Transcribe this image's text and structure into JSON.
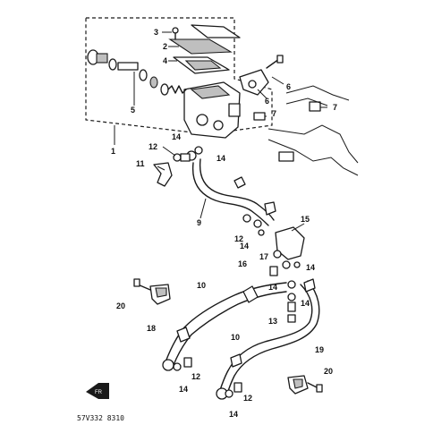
{
  "diagram": {
    "callouts": [
      {
        "id": "c1",
        "text": "1"
      },
      {
        "id": "c2",
        "text": "2"
      },
      {
        "id": "c3",
        "text": "3"
      },
      {
        "id": "c4",
        "text": "4"
      },
      {
        "id": "c5",
        "text": "5"
      },
      {
        "id": "c6",
        "text": "6"
      },
      {
        "id": "c6b",
        "text": "6"
      },
      {
        "id": "c7",
        "text": "7"
      },
      {
        "id": "c7b",
        "text": "7"
      },
      {
        "id": "c9",
        "text": "9"
      },
      {
        "id": "c10",
        "text": "10"
      },
      {
        "id": "c10b",
        "text": "10"
      },
      {
        "id": "c11",
        "text": "11"
      },
      {
        "id": "c12",
        "text": "12"
      },
      {
        "id": "c12b",
        "text": "12"
      },
      {
        "id": "c12c",
        "text": "12"
      },
      {
        "id": "c12d",
        "text": "12"
      },
      {
        "id": "c13",
        "text": "13"
      },
      {
        "id": "c14",
        "text": "14"
      },
      {
        "id": "c14b",
        "text": "14"
      },
      {
        "id": "c14c",
        "text": "14"
      },
      {
        "id": "c14d",
        "text": "14"
      },
      {
        "id": "c14e",
        "text": "14"
      },
      {
        "id": "c14f",
        "text": "14"
      },
      {
        "id": "c14g",
        "text": "14"
      },
      {
        "id": "c14h",
        "text": "14"
      },
      {
        "id": "c15",
        "text": "15"
      },
      {
        "id": "c16",
        "text": "16"
      },
      {
        "id": "c17",
        "text": "17"
      },
      {
        "id": "c18",
        "text": "18"
      },
      {
        "id": "c19",
        "text": "19"
      },
      {
        "id": "c20",
        "text": "20"
      },
      {
        "id": "c20b",
        "text": "20"
      }
    ],
    "footer_code": "57V332 8310",
    "front_mark": "FR"
  }
}
